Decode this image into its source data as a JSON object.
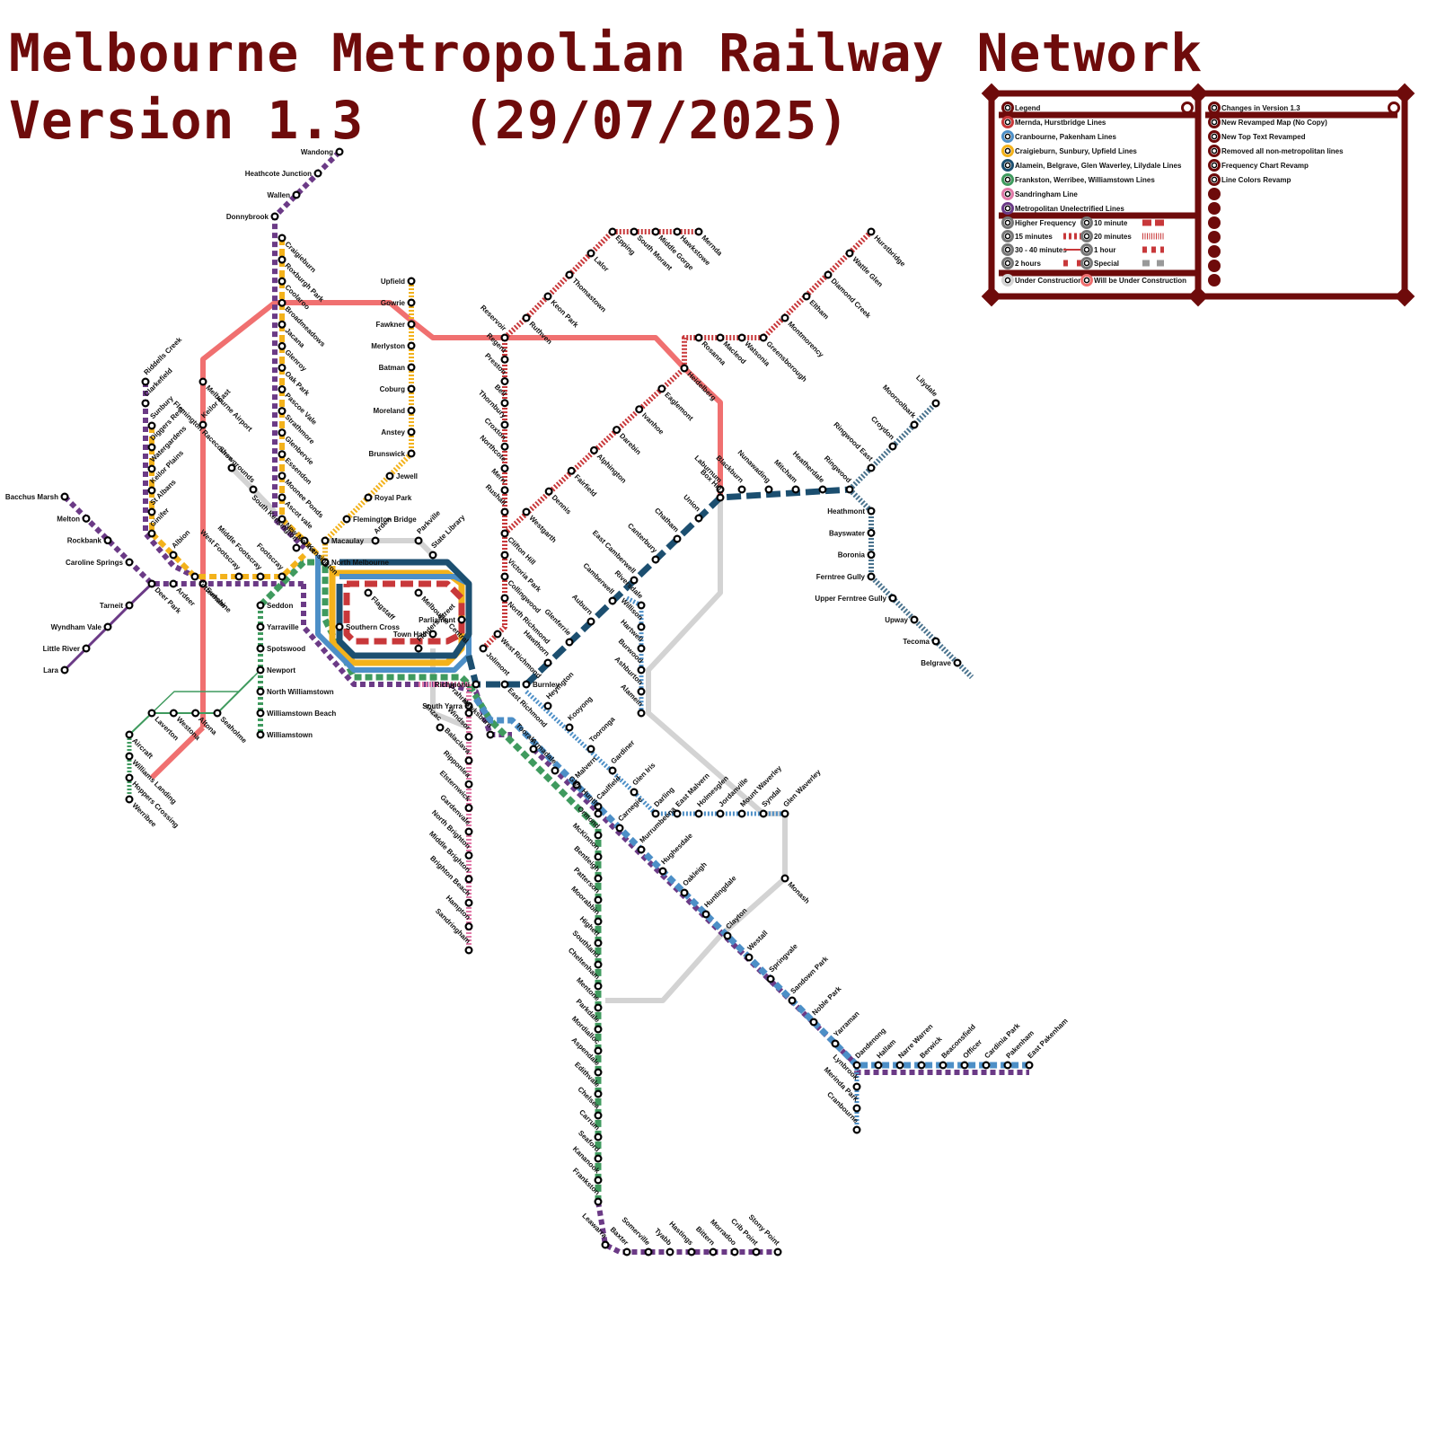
{
  "title": {
    "line1": "Melbourne Metropolian Railway Network",
    "version": "Version 1.3",
    "date": "(29/07/2025)"
  },
  "colors": {
    "mernda_hurstbridge": "#c8383a",
    "cranbourne_pakenham": "#4d8fc7",
    "craigieburn_sunbury_upfield": "#f3b21b",
    "burnley_group": "#1c4f70",
    "frankston_werribee_williamstown": "#3f9a5e",
    "sandringham": "#e07aa8",
    "unelectrified": "#6b3a86",
    "under_construction": "#d3d3d3",
    "will_be_under_construction": "#f07070",
    "frame": "#6e0b0b"
  },
  "legend": {
    "header": "Legend",
    "lines": [
      {
        "label": "Mernda, Hurstbridge Lines",
        "color_key": "mernda_hurstbridge"
      },
      {
        "label": "Cranbourne, Pakenham Lines",
        "color_key": "cranbourne_pakenham"
      },
      {
        "label": "Craigieburn, Sunbury, Upfield Lines",
        "color_key": "craigieburn_sunbury_upfield"
      },
      {
        "label": "Alamein, Belgrave, Glen Waverley, Lilydale Lines",
        "color_key": "burnley_group"
      },
      {
        "label": "Frankston, Werribee, Williamstown Lines",
        "color_key": "frankston_werribee_williamstown"
      },
      {
        "label": "Sandringham Line",
        "color_key": "sandringham"
      },
      {
        "label": "Metropolitan Unelectrified Lines",
        "color_key": "unelectrified"
      }
    ],
    "frequencies": [
      {
        "label": "Higher Frequency",
        "style": "solid"
      },
      {
        "label": "10 minute",
        "style": "dash-long"
      },
      {
        "label": "15 minutes",
        "style": "dash-mid"
      },
      {
        "label": "20 minutes",
        "style": "hatch"
      },
      {
        "label": "30 - 40 minutes",
        "style": "thin"
      },
      {
        "label": "1 hour",
        "style": "dash-short"
      },
      {
        "label": "2 hours",
        "style": "dash-sparse"
      },
      {
        "label": "Special",
        "style": "special"
      }
    ],
    "construction": [
      {
        "label": "Under Construction",
        "color_key": "under_construction"
      },
      {
        "label": "Will be Under Construction",
        "color_key": "will_be_under_construction"
      }
    ]
  },
  "changes": {
    "header": "Changes in Version 1.3",
    "items": [
      "New Revamped Map (No Copy)",
      "New Top Text Revamped",
      "Removed all non-metropolitan lines",
      "Frequency Chart Revamp",
      "Line Colors Revamp"
    ]
  },
  "stations": [
    {
      "name": "Wandong"
    },
    {
      "name": "Heathcote Junction"
    },
    {
      "name": "Wallen"
    },
    {
      "name": "Donnybrook"
    },
    {
      "name": "Craigieburn"
    },
    {
      "name": "Roxburgh Park"
    },
    {
      "name": "Coolaroo"
    },
    {
      "name": "Broadmeadows"
    },
    {
      "name": "Jacana"
    },
    {
      "name": "Glenroy"
    },
    {
      "name": "Oak Park"
    },
    {
      "name": "Pascoe Vale"
    },
    {
      "name": "Strathmore"
    },
    {
      "name": "Glenbervie"
    },
    {
      "name": "Essendon"
    },
    {
      "name": "Moonee Ponds"
    },
    {
      "name": "Ascot vale"
    },
    {
      "name": "New Market"
    },
    {
      "name": "Kensington"
    },
    {
      "name": "Upfield"
    },
    {
      "name": "Gowrie"
    },
    {
      "name": "Fawkner"
    },
    {
      "name": "Merlyston"
    },
    {
      "name": "Batman"
    },
    {
      "name": "Coburg"
    },
    {
      "name": "Moreland"
    },
    {
      "name": "Anstey"
    },
    {
      "name": "Brunswick"
    },
    {
      "name": "Jewell"
    },
    {
      "name": "Royal Park"
    },
    {
      "name": "Flemington Bridge"
    },
    {
      "name": "Macaulay"
    },
    {
      "name": "Arden"
    },
    {
      "name": "Parkville"
    },
    {
      "name": "State Library"
    },
    {
      "name": "North Melbourne"
    },
    {
      "name": "Riddells Creek"
    },
    {
      "name": "Clarkefield"
    },
    {
      "name": "Sunbury"
    },
    {
      "name": "Diggers Rest"
    },
    {
      "name": "Watergardens"
    },
    {
      "name": "Keilor Plains"
    },
    {
      "name": "St Albans"
    },
    {
      "name": "Ginifer"
    },
    {
      "name": "Albion"
    },
    {
      "name": "Tottenham"
    },
    {
      "name": "Sunshine"
    },
    {
      "name": "West Footscray"
    },
    {
      "name": "Middle Footscray"
    },
    {
      "name": "Footscray"
    },
    {
      "name": "South Kensington"
    },
    {
      "name": "Melbourne Airport"
    },
    {
      "name": "Keilor East"
    },
    {
      "name": "Flemington Racecourse"
    },
    {
      "name": "Showgrounds"
    },
    {
      "name": "Bacchus Marsh"
    },
    {
      "name": "Melton"
    },
    {
      "name": "Rockbank"
    },
    {
      "name": "Caroline Springs"
    },
    {
      "name": "Deer Park"
    },
    {
      "name": "Ardeer"
    },
    {
      "name": "Tarneit"
    },
    {
      "name": "Wyndham Vale"
    },
    {
      "name": "Little River"
    },
    {
      "name": "Lara"
    },
    {
      "name": "Seddon"
    },
    {
      "name": "Yarraville"
    },
    {
      "name": "Spotswood"
    },
    {
      "name": "Newport"
    },
    {
      "name": "North Williamstown"
    },
    {
      "name": "Williamstown Beach"
    },
    {
      "name": "Williamstown"
    },
    {
      "name": "Laverton"
    },
    {
      "name": "Westona"
    },
    {
      "name": "Altona"
    },
    {
      "name": "Seaholme"
    },
    {
      "name": "Aircraft"
    },
    {
      "name": "Williams Landing"
    },
    {
      "name": "Hoppers Crossing"
    },
    {
      "name": "Werribee"
    },
    {
      "name": "Southern Cross"
    },
    {
      "name": "Flagstaff"
    },
    {
      "name": "Melbourne Central"
    },
    {
      "name": "Parliament"
    },
    {
      "name": "Flinders Street"
    },
    {
      "name": "Town Hall"
    },
    {
      "name": "Anzac"
    },
    {
      "name": "Jolimont"
    },
    {
      "name": "West Richmond"
    },
    {
      "name": "North Richmond"
    },
    {
      "name": "Collingwood"
    },
    {
      "name": "Victoria Park"
    },
    {
      "name": "Clifton Hill"
    },
    {
      "name": "Westgarth"
    },
    {
      "name": "Dennis"
    },
    {
      "name": "Fairfield"
    },
    {
      "name": "Alphington"
    },
    {
      "name": "Darebin"
    },
    {
      "name": "Ivanhoe"
    },
    {
      "name": "Eaglemont"
    },
    {
      "name": "Heidelberg"
    },
    {
      "name": "Rosanna"
    },
    {
      "name": "Macleod"
    },
    {
      "name": "Watsonia"
    },
    {
      "name": "Greensborough"
    },
    {
      "name": "Montmorency"
    },
    {
      "name": "Eltham"
    },
    {
      "name": "Diamond Creek"
    },
    {
      "name": "Wattle Glen"
    },
    {
      "name": "Hurstbridge"
    },
    {
      "name": "Rushall"
    },
    {
      "name": "Merri"
    },
    {
      "name": "Northcote"
    },
    {
      "name": "Croxton"
    },
    {
      "name": "Thornbury"
    },
    {
      "name": "Bell"
    },
    {
      "name": "Preston"
    },
    {
      "name": "Regent"
    },
    {
      "name": "Reservoir"
    },
    {
      "name": "Ruthven"
    },
    {
      "name": "Keon Park"
    },
    {
      "name": "Thomastown"
    },
    {
      "name": "Lalor"
    },
    {
      "name": "Epping"
    },
    {
      "name": "South Morant"
    },
    {
      "name": "Middle Gorge"
    },
    {
      "name": "Hawkstowe"
    },
    {
      "name": "Mernda"
    },
    {
      "name": "Richmond"
    },
    {
      "name": "East Richmond"
    },
    {
      "name": "Burnley"
    },
    {
      "name": "Hawthorn"
    },
    {
      "name": "Glenferrie"
    },
    {
      "name": "Auburn"
    },
    {
      "name": "Camberwell"
    },
    {
      "name": "East Camberwell"
    },
    {
      "name": "Canterbury"
    },
    {
      "name": "Chatham"
    },
    {
      "name": "Union"
    },
    {
      "name": "Box Hill"
    },
    {
      "name": "Laburnum"
    },
    {
      "name": "Blackburn"
    },
    {
      "name": "Nunawading"
    },
    {
      "name": "Mitcham"
    },
    {
      "name": "Heatherdale"
    },
    {
      "name": "Ringwood"
    },
    {
      "name": "Ringwood East"
    },
    {
      "name": "Croydon"
    },
    {
      "name": "Mooroolbark"
    },
    {
      "name": "Lilydale"
    },
    {
      "name": "Heathmont"
    },
    {
      "name": "Bayswater"
    },
    {
      "name": "Boronia"
    },
    {
      "name": "Ferntree Gully"
    },
    {
      "name": "Upper Ferntree Gully"
    },
    {
      "name": "Upway"
    },
    {
      "name": "Tecoma"
    },
    {
      "name": "Belgrave"
    },
    {
      "name": "Riversdale"
    },
    {
      "name": "Willison"
    },
    {
      "name": "Hartwell"
    },
    {
      "name": "Burwood"
    },
    {
      "name": "Ashburton"
    },
    {
      "name": "Alamein"
    },
    {
      "name": "Heyington"
    },
    {
      "name": "Kooyong"
    },
    {
      "name": "Tooronga"
    },
    {
      "name": "Gardiner"
    },
    {
      "name": "Glen Iris"
    },
    {
      "name": "Darling"
    },
    {
      "name": "East Malvern"
    },
    {
      "name": "Holmesglen"
    },
    {
      "name": "Jordanville"
    },
    {
      "name": "Mount Waverley"
    },
    {
      "name": "Syndal"
    },
    {
      "name": "Glen Waverley"
    },
    {
      "name": "Monash"
    },
    {
      "name": "South Yarra"
    },
    {
      "name": "Prahran"
    },
    {
      "name": "Windsor"
    },
    {
      "name": "Balaclava"
    },
    {
      "name": "Ripponlea"
    },
    {
      "name": "Elsternwick"
    },
    {
      "name": "Gardenvale"
    },
    {
      "name": "North Brighton"
    },
    {
      "name": "Middle Brighton"
    },
    {
      "name": "Brighton Beach"
    },
    {
      "name": "Hampton"
    },
    {
      "name": "Sandringham"
    },
    {
      "name": "Hawksburn"
    },
    {
      "name": "Toorak"
    },
    {
      "name": "Armadale"
    },
    {
      "name": "Malvern"
    },
    {
      "name": "Caulfield"
    },
    {
      "name": "Carnegie"
    },
    {
      "name": "Murrumbeena"
    },
    {
      "name": "Hughesdale"
    },
    {
      "name": "Oakleigh"
    },
    {
      "name": "Huntingdale"
    },
    {
      "name": "Clayton"
    },
    {
      "name": "Westall"
    },
    {
      "name": "Springvale"
    },
    {
      "name": "Sandown Park"
    },
    {
      "name": "Noble Park"
    },
    {
      "name": "Yarraman"
    },
    {
      "name": "Dandenong"
    },
    {
      "name": "Hallam"
    },
    {
      "name": "Narre Warren"
    },
    {
      "name": "Berwick"
    },
    {
      "name": "Beaconsfield"
    },
    {
      "name": "Officer"
    },
    {
      "name": "Cardinia Park"
    },
    {
      "name": "Pakenham"
    },
    {
      "name": "East Pakenham"
    },
    {
      "name": "Lynbrook"
    },
    {
      "name": "Merinda Park"
    },
    {
      "name": "Cranbourne"
    },
    {
      "name": "Glen Huntly"
    },
    {
      "name": "Ormond"
    },
    {
      "name": "McKinnon"
    },
    {
      "name": "Bentleigh"
    },
    {
      "name": "Patterson"
    },
    {
      "name": "Moorabbin"
    },
    {
      "name": "Highett"
    },
    {
      "name": "Southland"
    },
    {
      "name": "Cheltenham"
    },
    {
      "name": "Mentone"
    },
    {
      "name": "Parkdale"
    },
    {
      "name": "Mordialloc"
    },
    {
      "name": "Aspendale"
    },
    {
      "name": "Edithvale"
    },
    {
      "name": "Chelsea"
    },
    {
      "name": "Carrum"
    },
    {
      "name": "Seaford"
    },
    {
      "name": "Kananook"
    },
    {
      "name": "Frankston"
    },
    {
      "name": "Leawarra"
    },
    {
      "name": "Baxter"
    },
    {
      "name": "Somerville"
    },
    {
      "name": "Tyabb"
    },
    {
      "name": "Hastings"
    },
    {
      "name": "Bittern"
    },
    {
      "name": "Morradoo"
    },
    {
      "name": "Crib Point"
    },
    {
      "name": "Stony Point"
    }
  ]
}
